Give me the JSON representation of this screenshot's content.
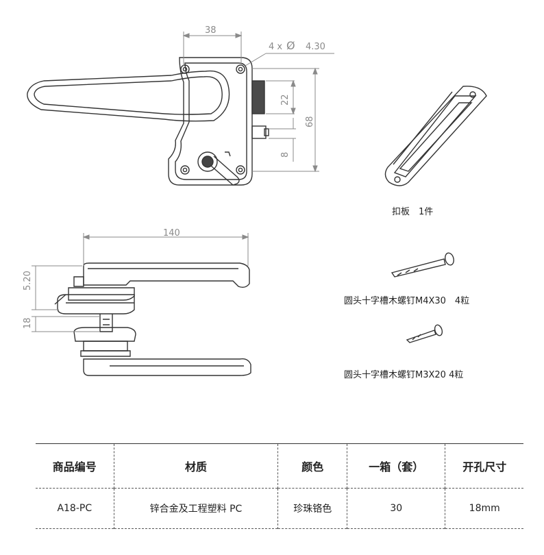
{
  "dimensions": {
    "width_38": "38",
    "holes": "4 x",
    "hole_symbol": "Ø",
    "hole_size": "4.30",
    "height_22": "22",
    "height_68": "68",
    "height_8": "8",
    "length_140": "140",
    "offset_520": "5.20",
    "offset_18": "18"
  },
  "parts": {
    "strike_plate": "扣板　1件",
    "screw_m4": "圆头十字槽木螺钉M4X30　4粒",
    "screw_m3": "圆头十字槽木螺钉M3X20  4粒"
  },
  "spec_table": {
    "headers": [
      "商品编号",
      "材质",
      "颜色",
      "一箱（套）",
      "开孔尺寸"
    ],
    "row": [
      "A18-PC",
      "锌合金及工程塑料 PC",
      "珍珠铬色",
      "30",
      "18mm"
    ]
  }
}
